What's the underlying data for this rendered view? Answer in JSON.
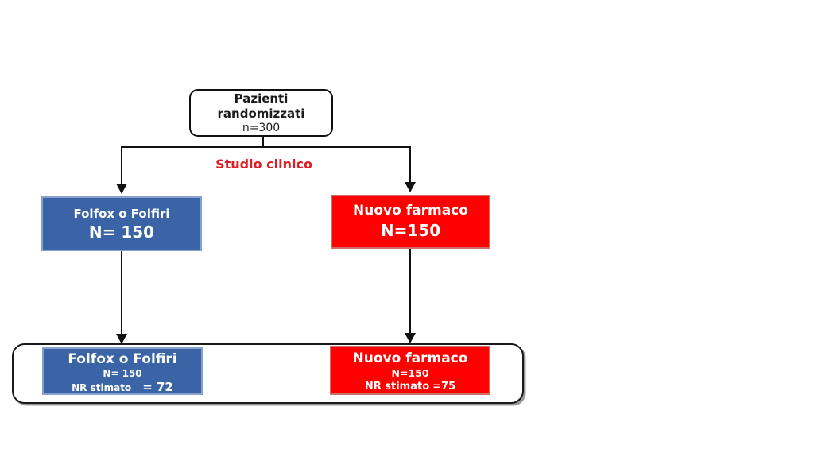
{
  "colors": {
    "blue_fill": "#3A64A5",
    "blue_border": "#87A1CC",
    "red_fill": "#FE0000",
    "red_border": "#D0706E",
    "branch_label_red": "#E31B23",
    "connector_black": "#111111"
  },
  "top_box": {
    "title": "Pazienti randomizzati",
    "subtitle": "n=300"
  },
  "branch_label": "Studio clinico",
  "arm_left": {
    "title": "Folfox o Folfiri",
    "n": "N= 150"
  },
  "arm_right": {
    "title": "Nuovo farmaco",
    "n": "N=150"
  },
  "outcome_left": {
    "title": "Folfox o Folfiri",
    "n": "N= 150",
    "nr_label": "NR stimato",
    "nr_value": "= 72"
  },
  "outcome_right": {
    "title": "Nuovo farmaco",
    "n": "N=150",
    "nr_label": "NR stimato",
    "nr_value": "=75"
  }
}
